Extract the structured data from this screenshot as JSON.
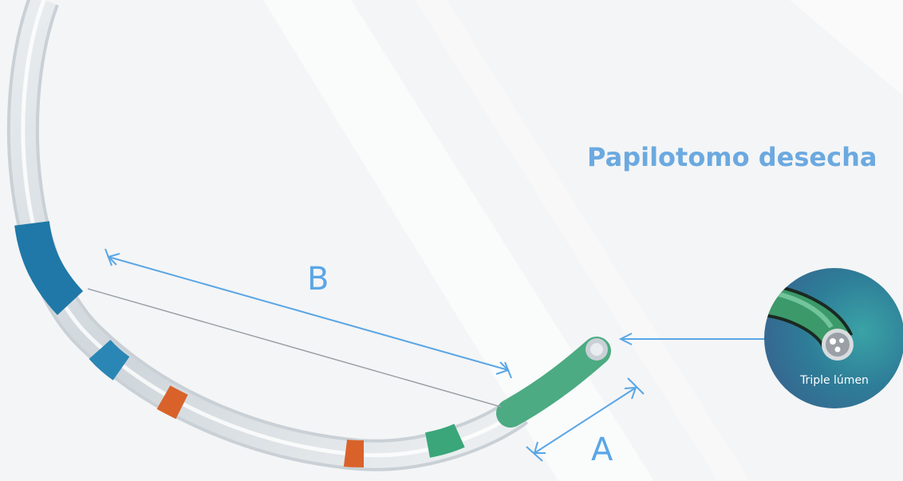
{
  "title": "Papilotomo desecha",
  "dimension_labels": {
    "b": "B",
    "a": "A"
  },
  "inset": {
    "caption": "Triple lúmen"
  },
  "colors": {
    "title": "#6ba9e0",
    "dimension": "#5aa6e6",
    "sheath_blue": "#1f78a8",
    "band_orange": "#d9622a",
    "tip_green": "#3aa67a",
    "inset_teal": "#2e8f9e"
  },
  "icons": [
    "catheter-illustration",
    "dimension-arrow-b",
    "dimension-arrow-a",
    "pointer-arrow",
    "triple-lumen-tip-image"
  ]
}
